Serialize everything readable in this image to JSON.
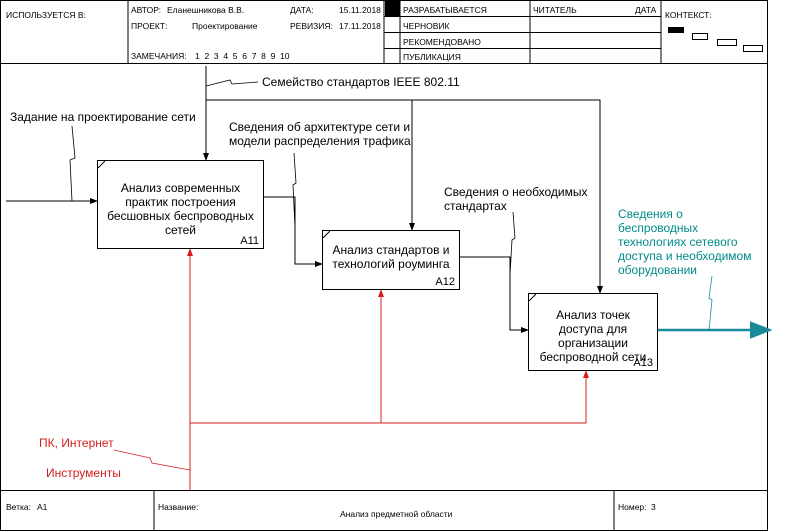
{
  "header": {
    "used_in_label": "ИСПОЛЬЗУЕТСЯ В:",
    "author_label": "АВТОР:",
    "author_value": "Еланешникова В.В.",
    "project_label": "ПРОЕКТ:",
    "project_value": "Проектирование",
    "date_label": "ДАТА:",
    "date_value": "15.11.2018",
    "revision_label": "РЕВИЗИЯ:",
    "revision_value": "17.11.2018",
    "notes_label": "ЗАМЕЧАНИЯ:",
    "notes_numbers": "1  2  3  4  5  6  7  8  9  10",
    "status_items": [
      "РАЗРАБАТЫВАЕТСЯ",
      "ЧЕРНОВИК",
      "РЕКОМЕНДОВАНО",
      "ПУБЛИКАЦИЯ"
    ],
    "reader_label": "ЧИТАТЕЛЬ",
    "reader_date_label": "ДАТА",
    "context_label": "КОНТЕКСТ:"
  },
  "diagram": {
    "blocks": [
      {
        "id": "a11",
        "title": "Анализ современных практик построения бесшовных беспроводных сетей",
        "code": "А11"
      },
      {
        "id": "a12",
        "title": "Анализ стандартов и технологий роуминга",
        "code": "А12"
      },
      {
        "id": "a13",
        "title": "Анализ точек доступа для организации беспроводной сети",
        "code": "А13"
      }
    ],
    "arrows": {
      "input_task": "Задание на проектирование сети",
      "control_ieee": "Семейство стандартов IEEE 802.11",
      "arch_info": "Сведения об архитектуре сети и модели распределения трафика",
      "standards_info": "Сведения о необходимых стандартах",
      "output": "Сведения о беспроводных технологиях сетевого доступа и необходимом оборудовании",
      "mech_pc": "ПК, Интернет",
      "mech_tools": "Инструменты"
    },
    "colors": {
      "mechanism": "#d42020",
      "output": "#008a8a",
      "output_line": "#1a8a9a",
      "line": "#000000"
    }
  },
  "footer": {
    "branch_label": "Ветка:",
    "branch_value": "А1",
    "name_label": "Название:",
    "name_value": "Анализ предметной области",
    "number_label": "Номер:",
    "number_value": "3"
  }
}
